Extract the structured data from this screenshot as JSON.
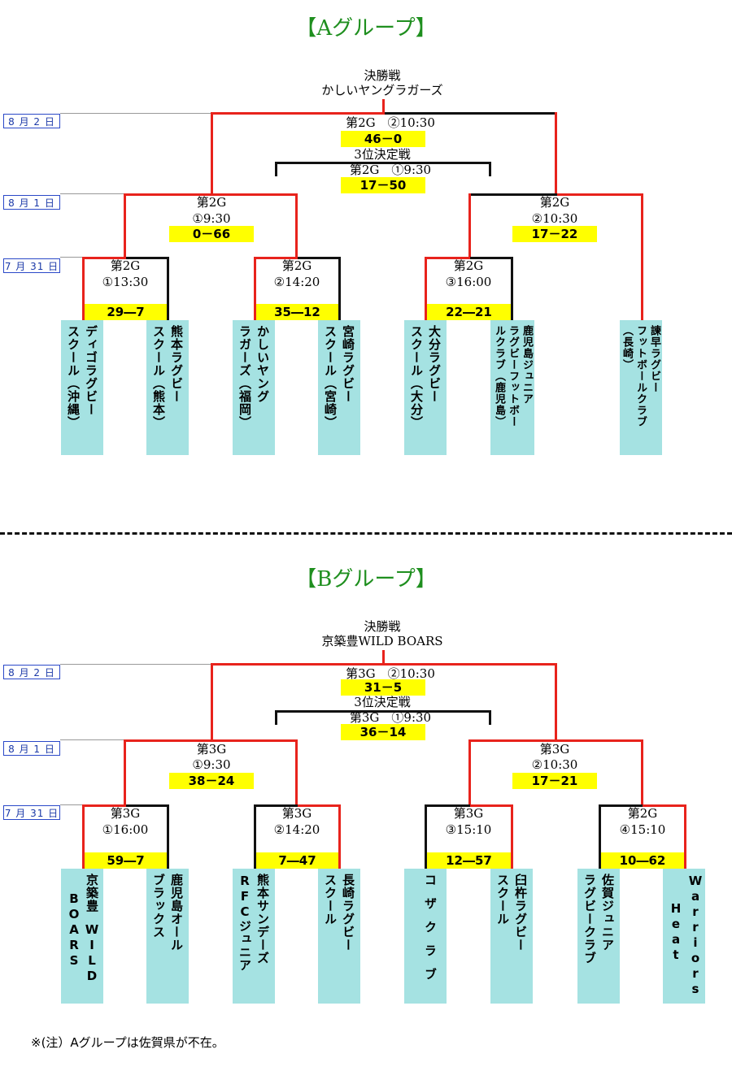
{
  "groupA": {
    "title": "【Aグループ】",
    "final_label": "決勝戦",
    "winner": "かしいヤングラガーズ",
    "dates": {
      "d3": "8 月 2 日",
      "d2": "8 月 1 日",
      "d1": "7 月 31 日"
    },
    "final_info": "第2G　②10:30",
    "final_score": "46－0",
    "third_label": "3位決定戦",
    "third_info": "第2G　①9:30",
    "third_score": "17－50",
    "semi1_ground": "第2G",
    "semi1_time": "①9:30",
    "semi1_score": "0－66",
    "semi2_ground": "第2G",
    "semi2_time": "②10:30",
    "semi2_score": "17－22",
    "r1_ground": "第2G",
    "r1_time": "①13:30",
    "r1_score": "29―7",
    "r2_ground": "第2G",
    "r2_time": "②14:20",
    "r2_score": "35―12",
    "r3_ground": "第2G",
    "r3_time": "③16:00",
    "r3_score": "22―21",
    "teams": {
      "t1a": "ディゴラグビー",
      "t1b": "スクール（沖縄）",
      "t2a": "熊本ラグビー",
      "t2b": "スクール（熊本）",
      "t3a": "かしいヤング",
      "t3b": "ラガーズ（福岡）",
      "t4a": "宮崎ラグビー",
      "t4b": "スクール（宮崎）",
      "t5a": "大分ラグビー",
      "t5b": "スクール（大分）",
      "t6a": "鹿児島ジュニア",
      "t6b": "ラグビーフットボー",
      "t6c": "ルクラブ（鹿児島）",
      "t7a": "諫早ラグビー",
      "t7b": "フットボールクラブ",
      "t7c": "（長崎）"
    }
  },
  "groupB": {
    "title": "【Bグループ】",
    "final_label": "決勝戦",
    "winner": "京築豊WILD BOARS",
    "dates": {
      "d3": "8 月 2 日",
      "d2": "8 月 1 日",
      "d1": "7 月 31 日"
    },
    "final_info": "第3G　②10:30",
    "final_score": "31－5",
    "third_label": "3位決定戦",
    "third_info": "第3G　①9:30",
    "third_score": "36－14",
    "semi1_ground": "第3G",
    "semi1_time": "①9:30",
    "semi1_score": "38－24",
    "semi2_ground": "第3G",
    "semi2_time": "②10:30",
    "semi2_score": "17－21",
    "r1_ground": "第3G",
    "r1_time": "①16:00",
    "r1_score": "59―7",
    "r2_ground": "第3G",
    "r2_time": "②14:20",
    "r2_score": "7―47",
    "r3_ground": "第3G",
    "r3_time": "③15:10",
    "r3_score": "12―57",
    "r4_ground": "第2G",
    "r4_time": "④15:10",
    "r4_score": "10―62",
    "teams": {
      "t1a": "京築豊",
      "t1b": "BOARS",
      "t1c": "WILD",
      "t2a": "鹿児島オール",
      "t2b": "ブラックス",
      "t3a": "熊本サンデーズ",
      "t3b": "RFCジュニア",
      "t4a": "長崎ラグビー",
      "t4b": "スクール",
      "t5a": "コザクラブ",
      "t6a": "臼杵ラグビー",
      "t6b": "スクール",
      "t7a": "佐賀ジュニア",
      "t7b": "ラグビークラブ",
      "t8a": "Warriors",
      "t8b": "Heat"
    }
  },
  "note": "※(注）Aグループは佐賀県が不在。"
}
